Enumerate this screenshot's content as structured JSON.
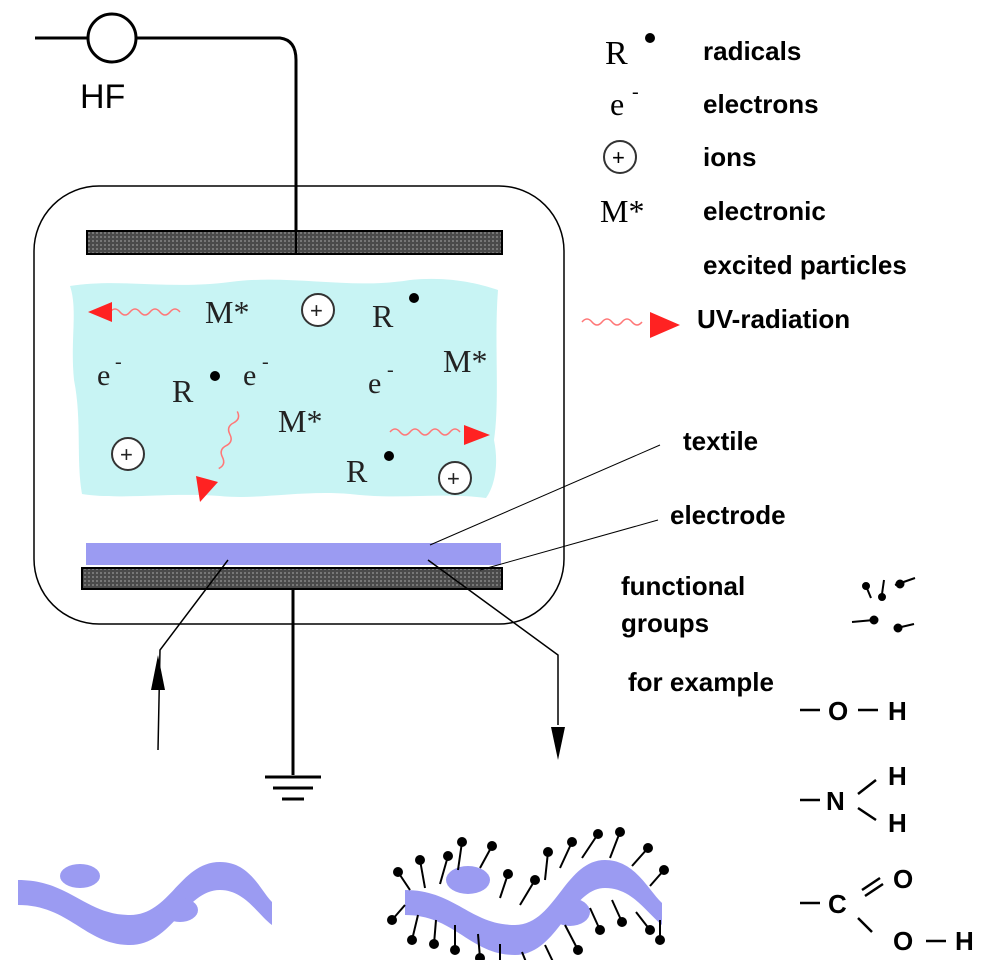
{
  "source": {
    "label": "HF"
  },
  "legend": {
    "radicals": {
      "symbol": "R",
      "label": "radicals"
    },
    "electrons": {
      "symbol": "e",
      "label": "electrons"
    },
    "ions": {
      "symbol": "+",
      "label": "ions"
    },
    "excited": {
      "symbol": "M*",
      "label": "electronic",
      "label2": "excited particles"
    },
    "uv": {
      "label": "UV-radiation"
    }
  },
  "plasma": {
    "excited_symbol": "M*",
    "radical_symbol": "R",
    "electron_symbol": "e",
    "electron_charge": "-",
    "ion_symbol": "+"
  },
  "labels": {
    "textile": "textile",
    "electrode": "electrode",
    "functional_groups_line1": "functional",
    "functional_groups_line2": "groups",
    "for_example": "for example"
  },
  "chemistry": {
    "hydroxyl": {
      "bond": "—",
      "atom": "O",
      "h": "H"
    },
    "amine": {
      "bond": "—",
      "atom": "N",
      "h1": "H",
      "h2": "H"
    },
    "carboxyl": {
      "bond": "—",
      "atom": "C",
      "o_double": "O",
      "o_single": "O",
      "h": "H"
    }
  },
  "colors": {
    "plasma": "#c8f4f4",
    "textile": "#9b9bf2",
    "electrode": "#555555",
    "uv_arrow": "#ff2222",
    "uv_wave": "#ff7777"
  }
}
